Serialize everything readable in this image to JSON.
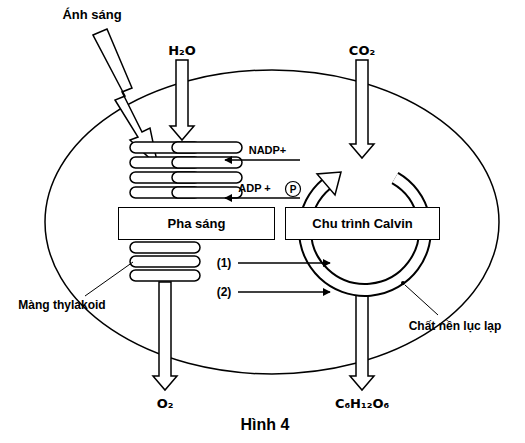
{
  "diagram": {
    "caption": "Hình 4",
    "nodes": [
      {
        "text": [
          "Pha sáng"
        ]
      },
      {
        "text": [
          "Chu trình Calvin"
        ]
      }
    ],
    "edges": [
      {
        "from": 1,
        "to": 0,
        "label": "NADP+",
        "arrow": "to"
      },
      {
        "from": 1,
        "to": 0,
        "label": "ADP +",
        "arrow": "to"
      },
      {
        "from": 0,
        "to": 1,
        "label": "(1)",
        "arrow": "to"
      },
      {
        "from": 0,
        "to": 1,
        "label": "(2)",
        "arrow": "to"
      }
    ],
    "labels": [
      "Ánh sáng",
      "H₂O",
      "CO₂",
      "P",
      "Màng thylakoid",
      "Chất nền lục lạp",
      "O₂",
      "C₆H₁₂O₆"
    ]
  }
}
